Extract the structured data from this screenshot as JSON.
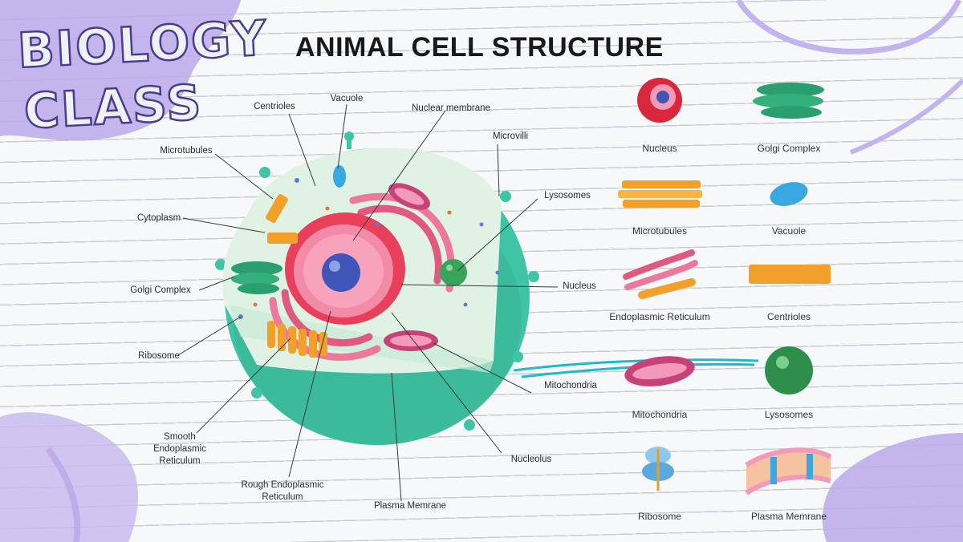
{
  "brand": {
    "line1": "BIOLOGY",
    "line2": "CLASS"
  },
  "title": "ANIMAL CELL STRUCTURE",
  "diagram_labels": {
    "centrioles": "Centrioles",
    "vacuole": "Vacuole",
    "nuclear_membrane": "Nuclear membrane",
    "microvilli": "Microvilli",
    "microtubules": "Microtubules",
    "lysosomes": "Lysosomes",
    "cytoplasm": "Cytoplasm",
    "golgi_complex": "Golgi Complex",
    "nucleus": "Nucleus",
    "ribosome": "Ribosome",
    "mitochondria": "Mitochondria",
    "smooth_er": "Smooth\nEndoplasmic\nReticulum",
    "nucleolus": "Nucleolus",
    "rough_er": "Rough Endoplasmic\nReticulum",
    "plasma_membrane": "Plasma Memrane"
  },
  "legend": [
    {
      "name": "Nucleus"
    },
    {
      "name": "Golgi Complex"
    },
    {
      "name": "Microtubules"
    },
    {
      "name": "Vacuole"
    },
    {
      "name": "Endoplasmic Reticulum"
    },
    {
      "name": "Centrioles"
    },
    {
      "name": "Mitochondria"
    },
    {
      "name": "Lysosomes"
    },
    {
      "name": "Ribosome"
    },
    {
      "name": "Plasma Memrane"
    }
  ],
  "colors": {
    "membrane": "#3fc4a5",
    "cytoplasm": "#dff2e4",
    "nucleus_envelope": "#e8405a",
    "nucleus_inner": "#f28aa8",
    "nucleolus": "#3f55b8",
    "er": "#e05a80",
    "golgi": "#2a9e6e",
    "mitochondria": "#c8427a",
    "microtubule": "#f2a02a",
    "vacuole": "#3aa8e0",
    "lysosome": "#3aa35a",
    "brand_purple": "#b9a8e8",
    "brush_cyan": "#22b8c8"
  }
}
